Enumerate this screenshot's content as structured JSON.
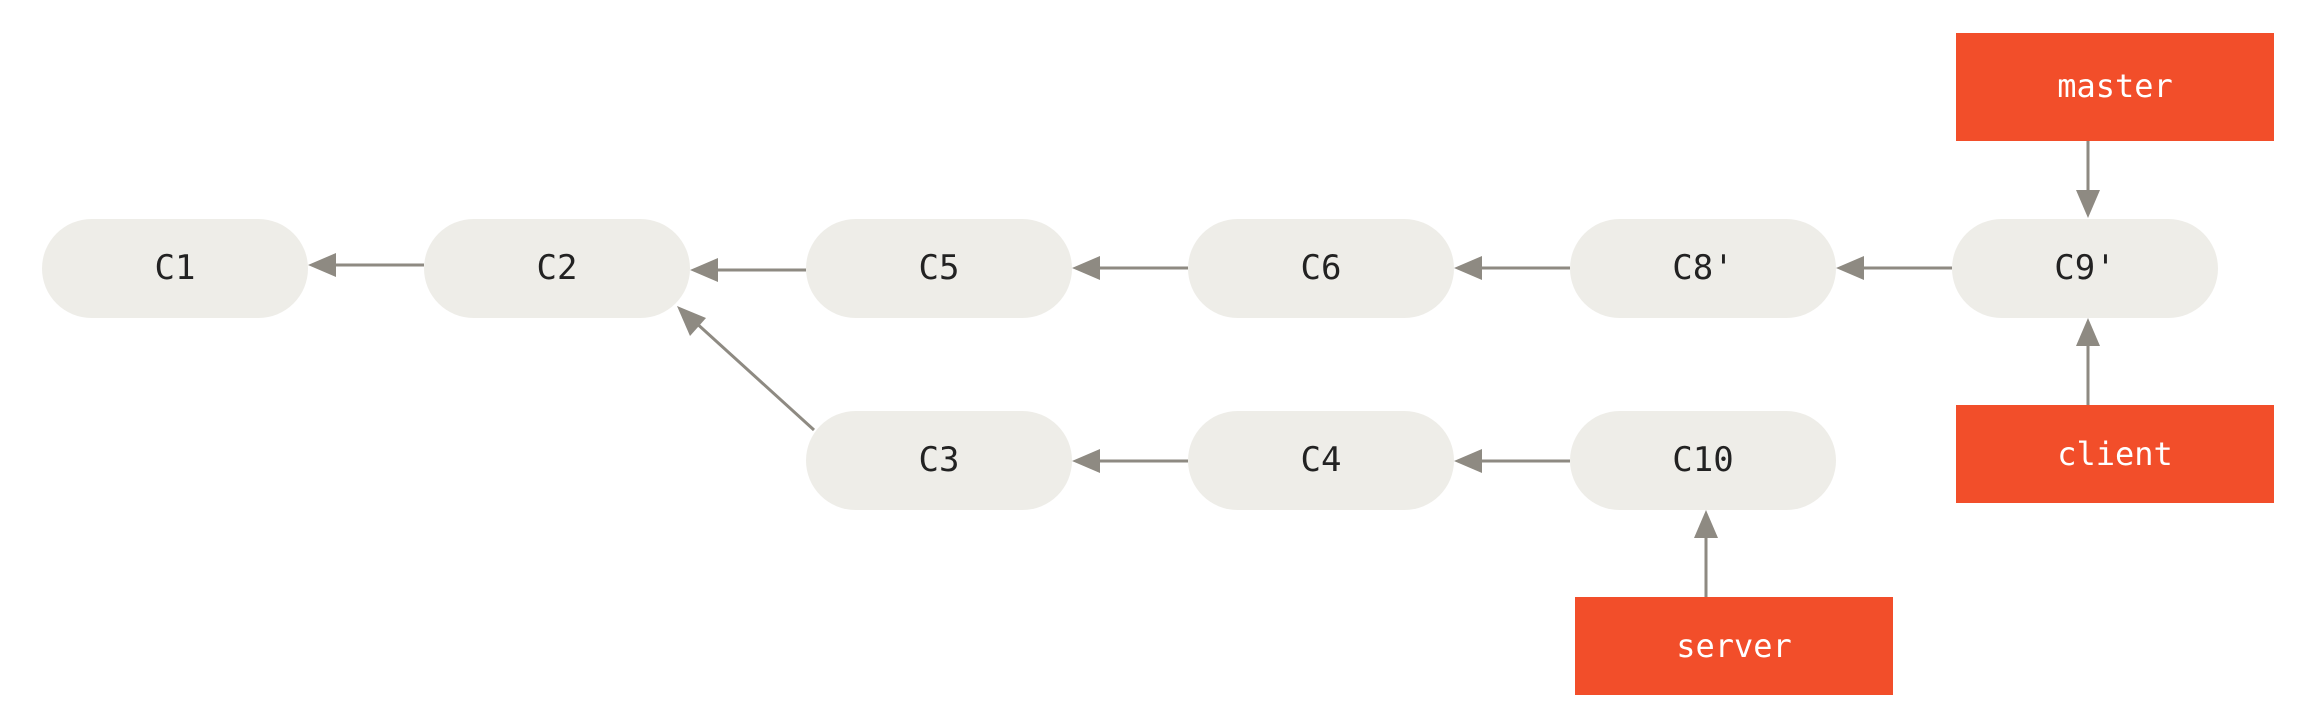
{
  "colors": {
    "commit_fill": "#eeede8",
    "commit_text": "#222222",
    "branch_fill": "#f24e2a",
    "branch_text": "#ffffff",
    "edge": "#8e8a82",
    "background": "#ffffff"
  },
  "commits": [
    {
      "id": "C1",
      "label": "C1"
    },
    {
      "id": "C2",
      "label": "C2"
    },
    {
      "id": "C5",
      "label": "C5"
    },
    {
      "id": "C6",
      "label": "C6"
    },
    {
      "id": "C8p",
      "label": "C8'"
    },
    {
      "id": "C9p",
      "label": "C9'"
    },
    {
      "id": "C3",
      "label": "C3"
    },
    {
      "id": "C4",
      "label": "C4"
    },
    {
      "id": "C10",
      "label": "C10"
    }
  ],
  "edges": [
    {
      "from": "C2",
      "to": "C1"
    },
    {
      "from": "C5",
      "to": "C2"
    },
    {
      "from": "C6",
      "to": "C5"
    },
    {
      "from": "C8p",
      "to": "C6"
    },
    {
      "from": "C9p",
      "to": "C8p"
    },
    {
      "from": "C3",
      "to": "C2"
    },
    {
      "from": "C4",
      "to": "C3"
    },
    {
      "from": "C10",
      "to": "C4"
    }
  ],
  "branches": [
    {
      "name": "master",
      "label": "master",
      "points_to": "C9p"
    },
    {
      "name": "client",
      "label": "client",
      "points_to": "C9p"
    },
    {
      "name": "server",
      "label": "server",
      "points_to": "C10"
    }
  ]
}
